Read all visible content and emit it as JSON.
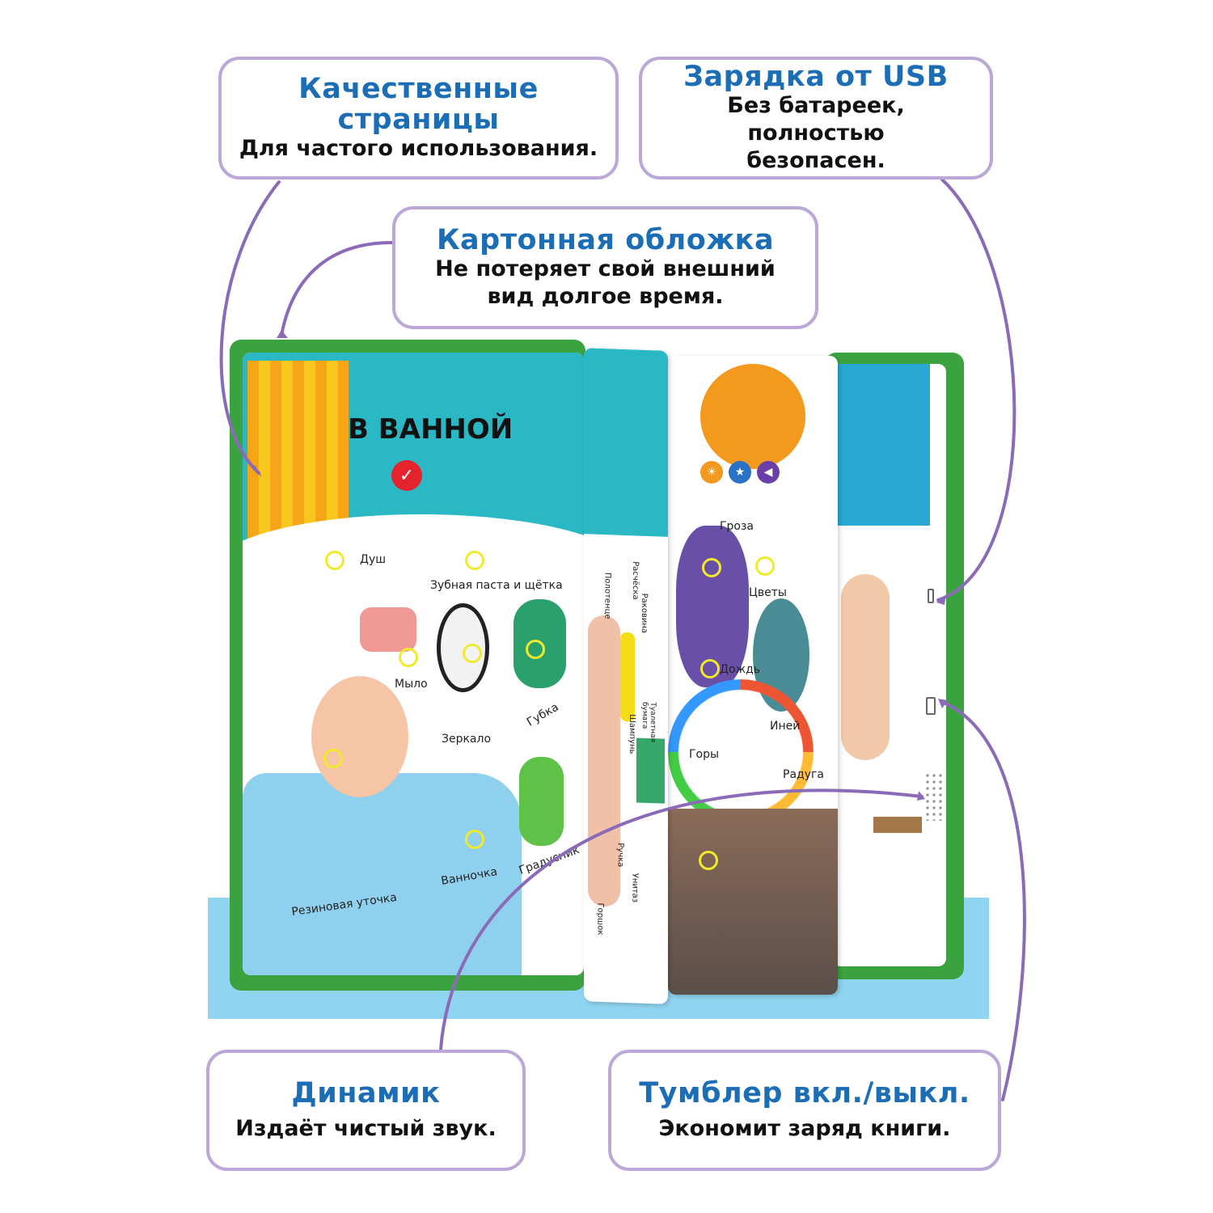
{
  "callouts": [
    {
      "title": "Качественные страницы",
      "body": "Для частого использования."
    },
    {
      "title": "Зарядка от USB",
      "body": "Без батареек, полностью безопасен."
    },
    {
      "title": "Картонная обложка",
      "body": "Не потеряет свой внешний вид долгое время."
    },
    {
      "title": "Динамик",
      "body": "Издаёт чистый звук."
    },
    {
      "title": "Тумблер вкл./выкл.",
      "body": "Экономит заряд книги."
    }
  ],
  "left_page": {
    "title": "В ванной",
    "labels": [
      "Душ",
      "Зубная паста и щётка",
      "Мыло",
      "Зеркало",
      "Губка",
      "Градусник",
      "Ванночка",
      "Резиновая уточка"
    ]
  },
  "middle_page": {
    "labels": [
      "Расчёска",
      "Полотенце",
      "Раковина",
      "Шампунь",
      "Туалетная бумага",
      "Горшок",
      "Ручка",
      "Унитаз"
    ]
  },
  "right_page": {
    "labels": [
      "Гроза",
      "Цветы",
      "Дождь",
      "Иней",
      "Горы",
      "Радуга"
    ]
  },
  "colors": {
    "title": "#1b6db6",
    "border": "#bba8d8",
    "line": "#8b6bb8",
    "cover": "#3aa33f"
  }
}
